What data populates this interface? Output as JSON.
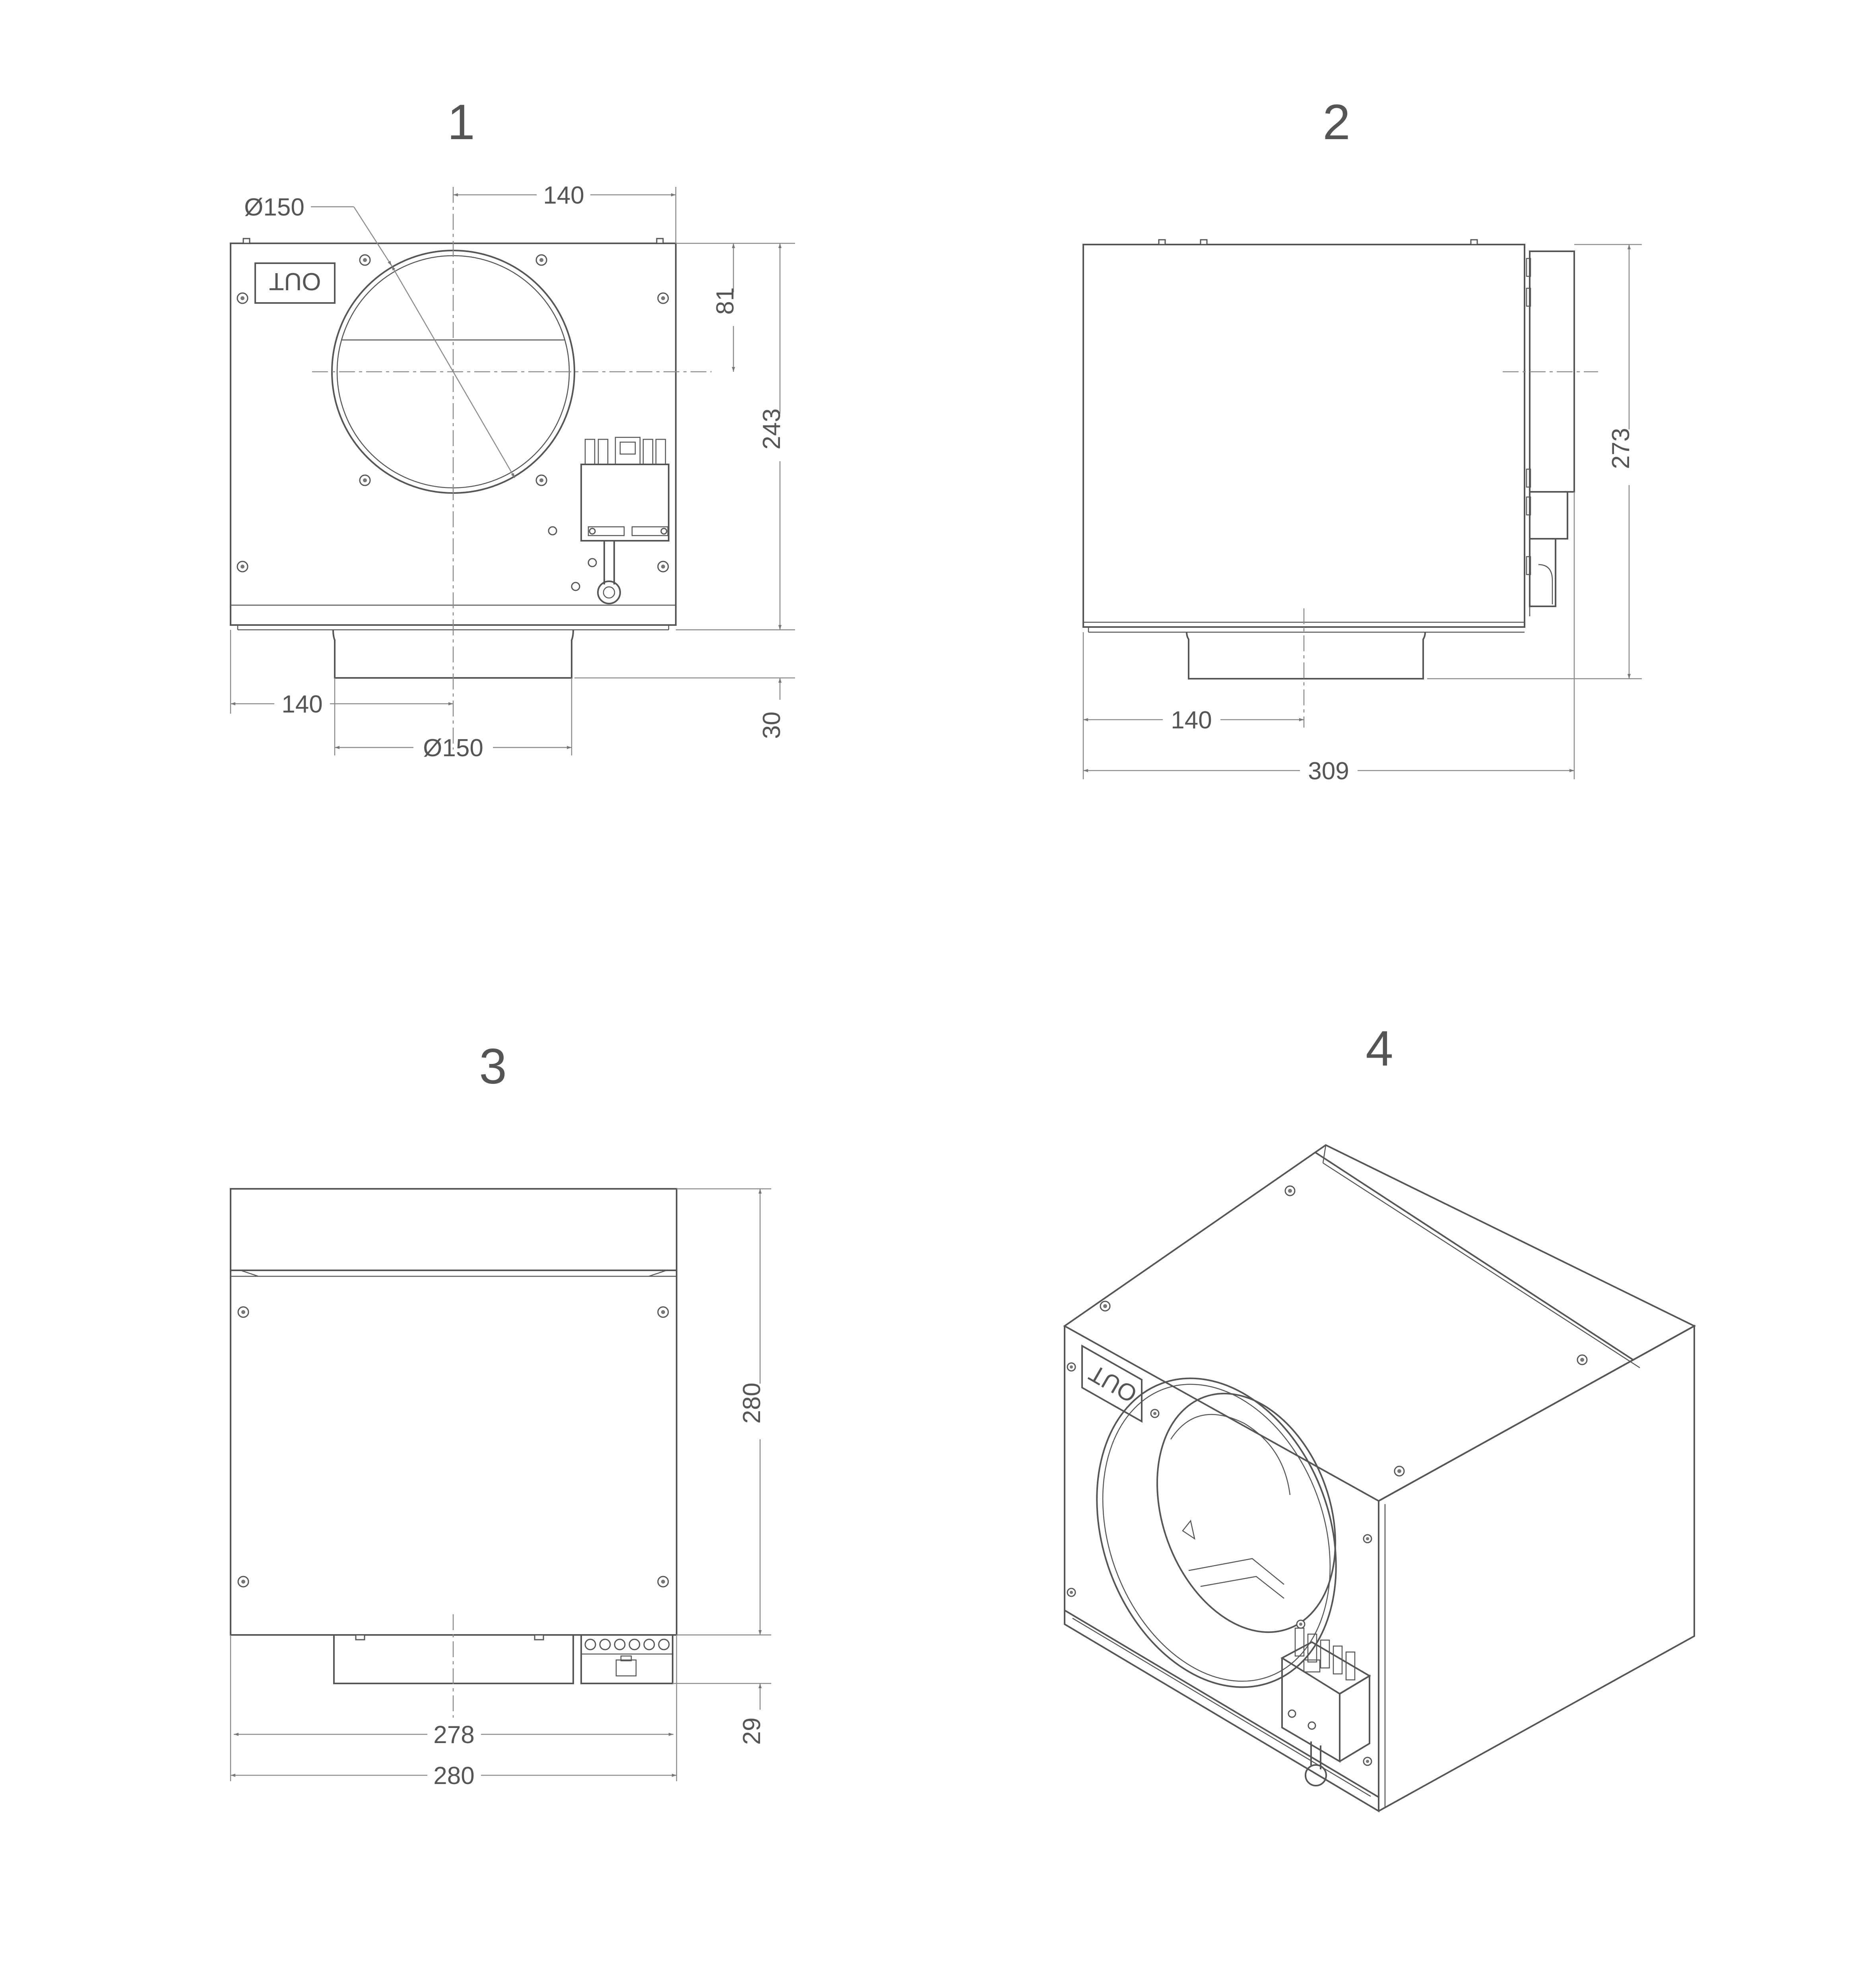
{
  "views": [
    {
      "number": "1",
      "dims": {
        "top_width": "140",
        "diameter_top": "Ø150",
        "height_81": "81",
        "height_243": "243",
        "bottom_140": "140",
        "diameter_bottom": "Ø150",
        "spigot_30": "30"
      }
    },
    {
      "number": "2",
      "dims": {
        "height_273": "273",
        "bottom_140": "140",
        "width_309": "309"
      }
    },
    {
      "number": "3",
      "dims": {
        "height_280": "280",
        "spigot_29": "29",
        "width_278": "278",
        "width_280": "280"
      }
    },
    {
      "number": "4"
    }
  ],
  "label_out": "OUT",
  "colors": {
    "line": "#555555",
    "dimension": "#8a8a8a",
    "background": "#ffffff"
  }
}
